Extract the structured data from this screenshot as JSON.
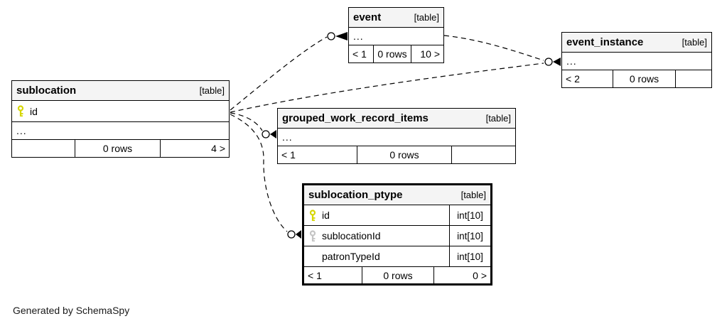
{
  "note": "Generated by SchemaSpy",
  "colors": {
    "background": "#ffffff",
    "border": "#000000",
    "header_bg": "#f4f4f4",
    "primary_key": "#d6d600",
    "foreign_key": "#c4c4c4"
  },
  "tables": {
    "event": {
      "name": "event",
      "tag": "[table]",
      "ellipsis": "...",
      "footer": [
        "< 1",
        "0 rows",
        "10 >"
      ]
    },
    "event_instance": {
      "name": "event_instance",
      "tag": "[table]",
      "ellipsis": "...",
      "footer": [
        "< 2",
        "0 rows",
        ""
      ]
    },
    "sublocation": {
      "name": "sublocation",
      "tag": "[table]",
      "columns": [
        {
          "icon": "primary-key",
          "label": "id"
        }
      ],
      "ellipsis": "...",
      "footer": [
        "",
        "0 rows",
        "4 >"
      ]
    },
    "grouped_work_record_items": {
      "name": "grouped_work_record_items",
      "tag": "[table]",
      "ellipsis": "...",
      "footer": [
        "< 1",
        "0 rows",
        ""
      ]
    },
    "sublocation_ptype": {
      "name": "sublocation_ptype",
      "tag": "[table]",
      "columns": [
        {
          "icon": "primary-key",
          "label": "id",
          "type": "int[10]"
        },
        {
          "icon": "foreign-key",
          "label": "sublocationId",
          "type": "int[10]"
        },
        {
          "icon": "none",
          "label": "patronTypeId",
          "type": "int[10]"
        }
      ],
      "footer": [
        "< 1",
        "0 rows",
        "0 >"
      ]
    }
  },
  "relationships": [
    {
      "from": "sublocation",
      "to": "event"
    },
    {
      "from": "sublocation",
      "to": "event_instance"
    },
    {
      "from": "sublocation",
      "to": "grouped_work_record_items"
    },
    {
      "from": "sublocation",
      "to": "sublocation_ptype"
    },
    {
      "from": "event",
      "to": "event_instance"
    }
  ]
}
